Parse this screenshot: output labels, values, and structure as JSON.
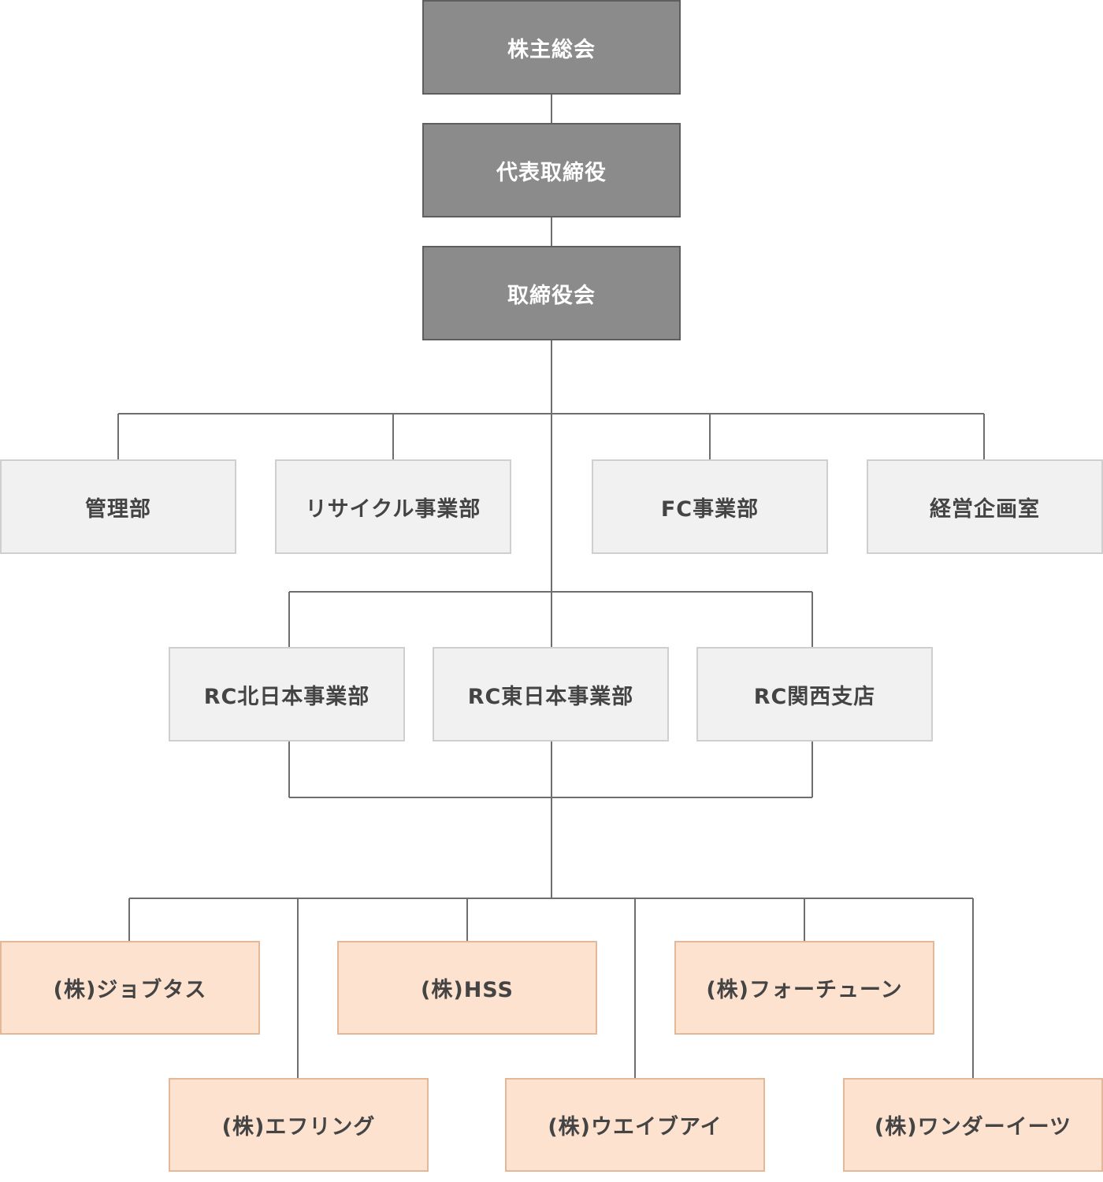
{
  "top": {
    "shareholders": "株主総会",
    "ceo": "代表取締役",
    "board": "取締役会"
  },
  "departments": {
    "kanri": "管理部",
    "recycle": "リサイクル事業部",
    "fc": "FC事業部",
    "keiei": "経営企画室"
  },
  "regional": {
    "rc_north": "RC北日本事業部",
    "rc_east": "RC東日本事業部",
    "rc_west": "RC関西支店"
  },
  "subsidiaries": {
    "jobtas": "(株)ジョブタス",
    "hss": "(株)HSS",
    "fortune": "(株)フォーチューン",
    "efring": "(株)エフリング",
    "waveeye": "(株)ウエイブアイ",
    "wonder": "(株)ワンダーイーツ"
  },
  "colors": {
    "top_fill": "#8b8b8b",
    "dept_fill": "#f1f1f1",
    "subsidiary_fill": "#fde2cf",
    "line": "#6e6e6e"
  }
}
